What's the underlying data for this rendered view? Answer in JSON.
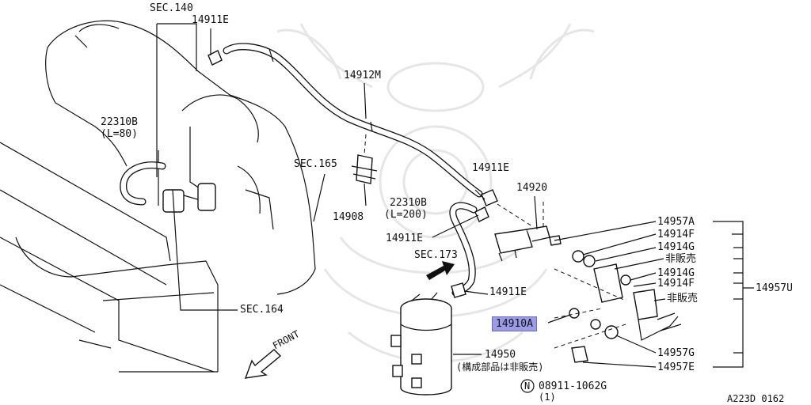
{
  "labels": {
    "sec140": "SEC.140",
    "p14911e_top": "14911E",
    "p14912m": "14912M",
    "p22310b_a": "22310B",
    "l80": "(L=80)",
    "sec165": "SEC.165",
    "p14911e_mid": "14911E",
    "p14920": "14920",
    "p22310b_b": "22310B",
    "l200": "(L=200)",
    "p14908": "14908",
    "p14911e_left": "14911E",
    "sec173": "SEC.173",
    "p14957a": "14957A",
    "p14914f_a": "14914F",
    "p14914g_a": "14914G",
    "hihanbai_a": "非販売",
    "p14914g_b": "14914G",
    "p14914f_b": "14914F",
    "hihanbai_b": "非販売",
    "p14957u": "14957U",
    "p14911e_low": "14911E",
    "sec164": "SEC.164",
    "p14910a": "14910A",
    "p14950": "14950",
    "p14950_note": "(構成部品は非販売)",
    "p14957g": "14957G",
    "p14957e": "14957E",
    "front": "FRONT",
    "p08911": "08911-1062G",
    "p08911_qty": "(1)",
    "n_mark": "N",
    "drawing_id": "A223D 0162"
  },
  "colors": {
    "highlight": "#9b9be8",
    "line": "#111111",
    "watermark": "#e6e6e6"
  }
}
